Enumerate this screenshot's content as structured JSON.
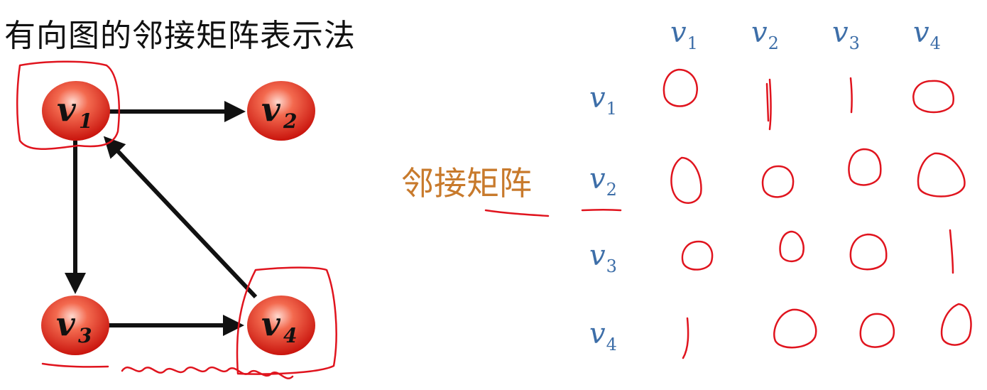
{
  "title": "有向图的邻接矩阵表示法",
  "matrix_label": "邻接矩阵",
  "graph": {
    "nodes": [
      {
        "id": "v1",
        "letter": "v",
        "sub": "1"
      },
      {
        "id": "v2",
        "letter": "v",
        "sub": "2"
      },
      {
        "id": "v3",
        "letter": "v",
        "sub": "3"
      },
      {
        "id": "v4",
        "letter": "v",
        "sub": "4"
      }
    ],
    "edges": [
      {
        "from": "v1",
        "to": "v2"
      },
      {
        "from": "v1",
        "to": "v3"
      },
      {
        "from": "v3",
        "to": "v4"
      },
      {
        "from": "v4",
        "to": "v1"
      }
    ]
  },
  "matrix": {
    "col_headers": [
      {
        "letter": "v",
        "sub": "1"
      },
      {
        "letter": "v",
        "sub": "2"
      },
      {
        "letter": "v",
        "sub": "3"
      },
      {
        "letter": "v",
        "sub": "4"
      }
    ],
    "row_headers": [
      {
        "letter": "v",
        "sub": "1"
      },
      {
        "letter": "v",
        "sub": "2"
      },
      {
        "letter": "v",
        "sub": "3"
      },
      {
        "letter": "v",
        "sub": "4"
      }
    ],
    "handwritten_cells": [
      [
        "0",
        "1",
        "1",
        "0"
      ],
      [
        "0",
        "0",
        "0",
        "0"
      ],
      [
        "0",
        "0",
        "0",
        "1"
      ],
      [
        "1",
        "0",
        "0",
        "0"
      ]
    ]
  },
  "colors": {
    "node_fill": "#e8291c",
    "ink_red": "#e0141e",
    "label_blue": "#3d6ea8",
    "label_orange": "#c87a2c"
  }
}
